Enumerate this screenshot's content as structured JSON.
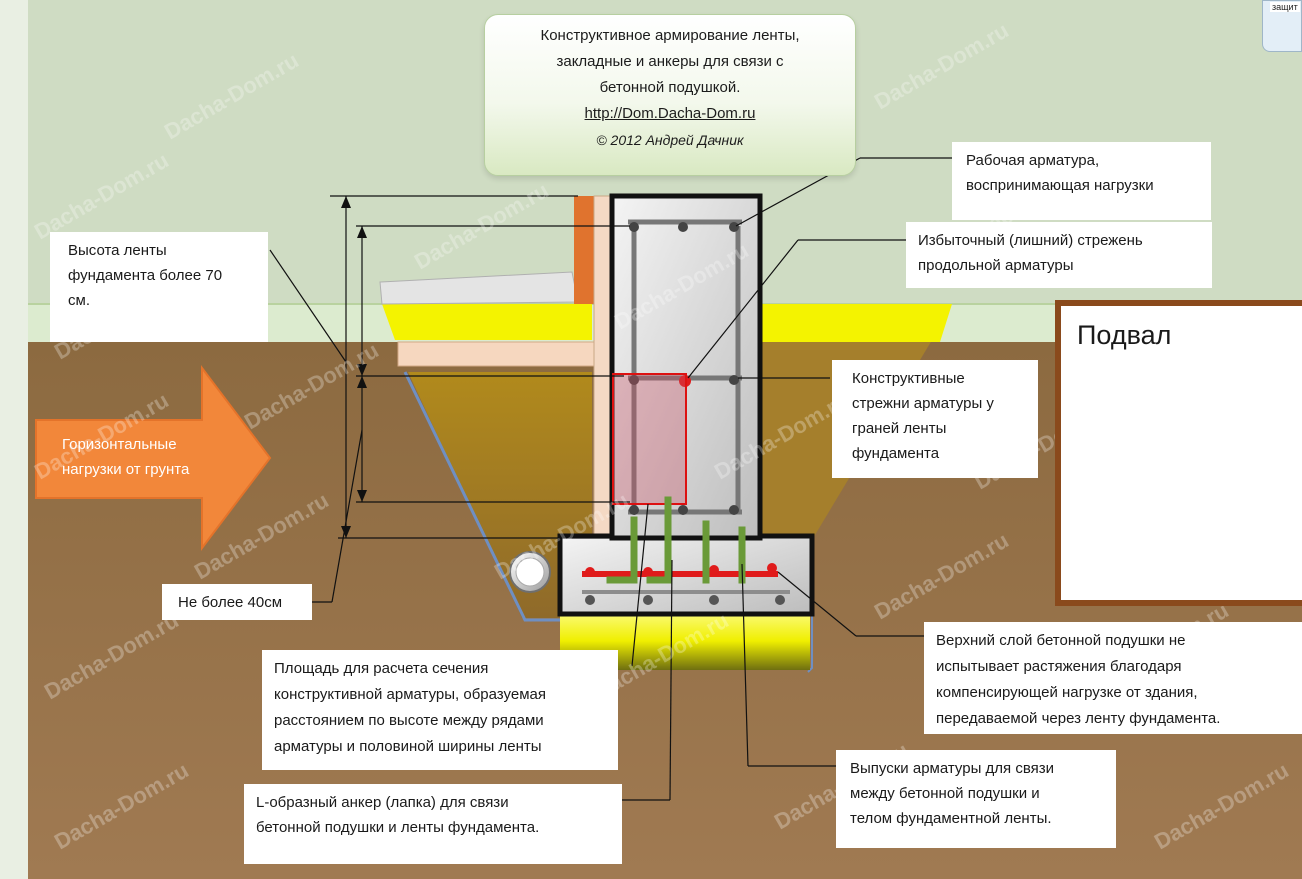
{
  "title_scroll": {
    "line1": "Конструктивное армирование ленты,",
    "line2": "закладные и анкеры для связи с",
    "line3": "бетонной подушкой.",
    "url": "http://Dom.Dacha-Dom.ru",
    "copyright": "© 2012 Андрей Дачник"
  },
  "labels": {
    "working_rebar": [
      "Рабочая арматура,",
      "воспринимающая нагрузки"
    ],
    "excess_rod": [
      "Избыточный (лишний) стрежень",
      "продольной арматуры"
    ],
    "tape_height": [
      "Высота ленты",
      "фундамента более 70",
      "см."
    ],
    "basement": "Подвал",
    "structural_rods": [
      "Конструктивные",
      "стрежни арматуры у",
      "граней ленты",
      "фундамента"
    ],
    "horizontal_loads": [
      "Горизонтальные",
      "нагрузки от грунта"
    ],
    "max_40": "Не более 40см",
    "top_layer": [
      "Верхний слой бетонной подушки не",
      "испытывает  растяжения благодаря",
      "компенсирующей нагрузке от здания,",
      "передаваемой через ленту фундамента."
    ],
    "area_calc": [
      "Площадь для расчета сечения",
      "конструктивной арматуры, образуемая",
      "расстоянием по высоте между рядами",
      "арматуры и половиной ширины ленты"
    ],
    "outlets": [
      "Выпуски арматуры для связи",
      "между бетонной подушки и",
      "телом фундаментной ленты."
    ],
    "l_anchor": [
      "L-образный анкер (лапка) для связи",
      "бетонной подушки и ленты фундамента."
    ]
  },
  "watermark": "Dacha-Dom.ru",
  "corner_label": "защит",
  "colors": {
    "ground": "#8e6a3e",
    "sky": "#cfdcc3",
    "grass": "#d9ebc9",
    "sand": "#f3f20a",
    "concrete": "#d6d6d6",
    "rebar_red": "#e01b1b",
    "anchor_green": "#6e9a3a",
    "arrow_orange": "#f2873a",
    "basement_frame": "#8a4a1c",
    "insulation": "#e08345"
  }
}
